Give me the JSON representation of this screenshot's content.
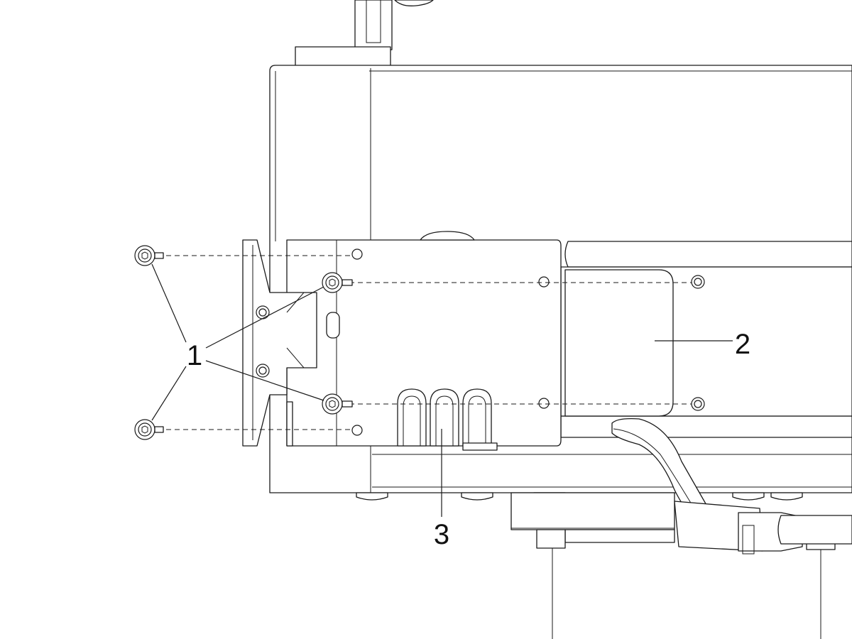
{
  "callouts": {
    "screws": "1",
    "mounting_plate": "2",
    "hose_clips": "3"
  },
  "icons": {
    "screw": "screw-icon"
  },
  "colors": {
    "line": "#1a1a1a",
    "background": "#ffffff"
  }
}
